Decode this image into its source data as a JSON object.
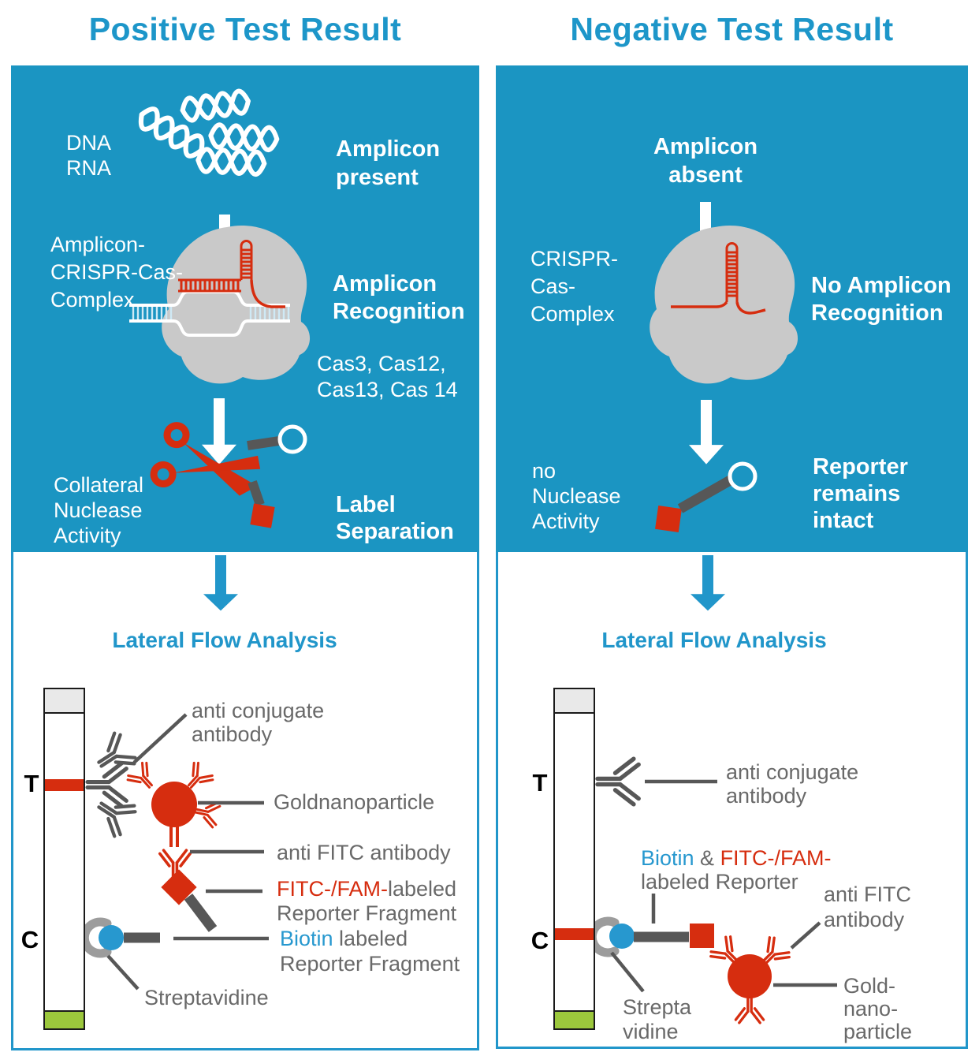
{
  "palette": {
    "teal_bg": "#1b95c2",
    "accent_blue": "#2196ca",
    "title_blue": "#1d96c9",
    "red": "#d62d0f",
    "biotin_blue": "#2798cf",
    "green": "#9cc83c",
    "gray_blob": "#c9c9c9",
    "gray_dark": "#575757",
    "gray_mid": "#9c9c9c",
    "text_gray": "#696969"
  },
  "left": {
    "title": "Positive Test Result",
    "top": {
      "sample": [
        "DNA",
        "RNA"
      ],
      "amplicon_status": [
        "Amplicon",
        "present"
      ],
      "complex_label": [
        "Amplicon-",
        "CRISPR-Cas-",
        "Complex"
      ],
      "recognition": [
        "Amplicon",
        "Recognition"
      ],
      "cas_list": [
        "Cas3, Cas12,",
        "Cas13, Cas 14"
      ],
      "nuclease": [
        "Collateral",
        "Nuclease",
        "Activity"
      ],
      "separation": [
        "Label",
        "Separation"
      ]
    },
    "flow": {
      "heading": "Lateral Flow Analysis",
      "t_label": "T",
      "c_label": "C",
      "anti_conjugate": [
        "anti conjugate",
        "antibody"
      ],
      "goldnanoparticle": "Goldnanoparticle",
      "anti_fitc": "anti FITC antibody",
      "fitc_red": "FITC-/FAM-",
      "fitc_gray": "labeled",
      "fitc_line2": "Reporter Fragment",
      "biotin_blue": "Biotin",
      "biotin_gray": " labeled",
      "biotin_line2": "Reporter Fragment",
      "streptavidine": "Streptavidine"
    }
  },
  "right": {
    "title": "Negative Test Result",
    "top": {
      "amplicon_status": [
        "Amplicon",
        "absent"
      ],
      "complex_label": [
        "CRISPR-",
        "Cas-",
        "Complex"
      ],
      "recognition": [
        "No Amplicon",
        "Recognition"
      ],
      "nuclease": [
        "no",
        "Nuclease",
        "Activity"
      ],
      "reporter": [
        "Reporter",
        "remains",
        "intact"
      ]
    },
    "flow": {
      "heading": "Lateral Flow Analysis",
      "t_label": "T",
      "c_label": "C",
      "anti_conjugate": [
        "anti conjugate",
        "antibody"
      ],
      "rep_biotin": "Biotin",
      "rep_amp": " & ",
      "rep_fitc": "FITC-/FAM-",
      "rep_line2": "labeled Reporter",
      "anti_fitc": [
        "anti FITC",
        "antibody"
      ],
      "streptavidine": [
        "Strepta",
        "vidine"
      ],
      "gold": [
        "Gold-",
        "nano-",
        "particle"
      ]
    }
  }
}
